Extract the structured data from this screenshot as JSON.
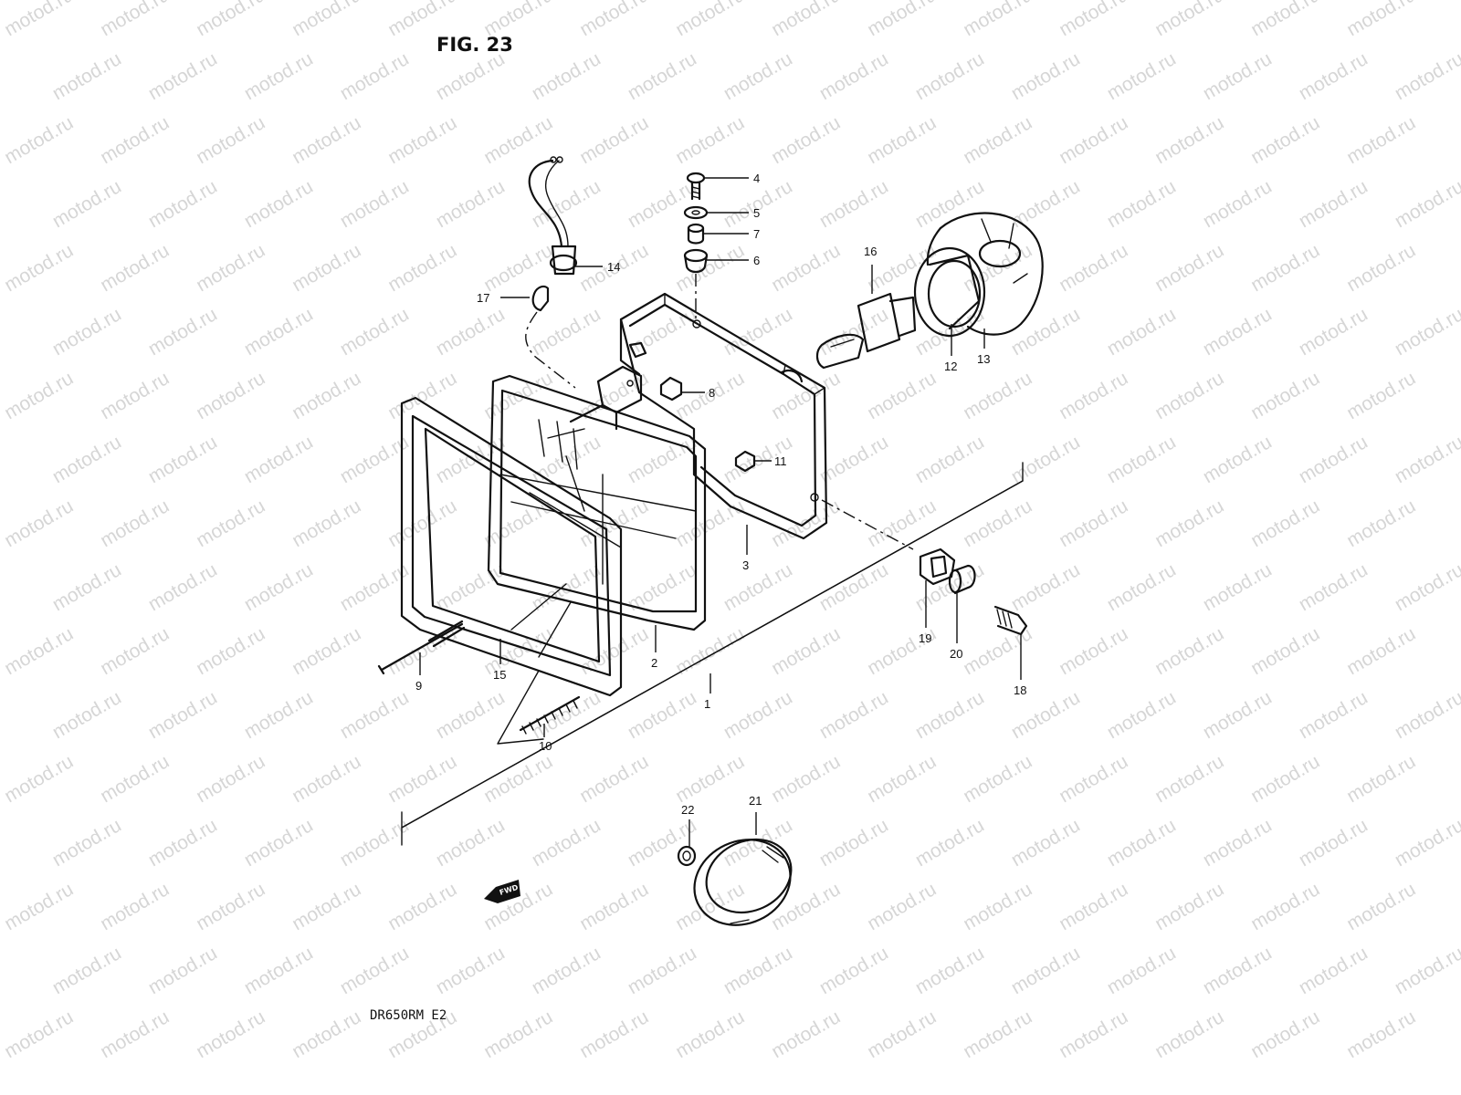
{
  "figure": {
    "title": "FIG. 23",
    "model_code": "DR650RM  E2"
  },
  "watermark": {
    "text": "motod.ru"
  },
  "fwd_badge": {
    "text": "FWD",
    "icon": "fwd-arrow-icon"
  },
  "callouts": [
    {
      "id": "1",
      "label": "1"
    },
    {
      "id": "2",
      "label": "2"
    },
    {
      "id": "3",
      "label": "3"
    },
    {
      "id": "4",
      "label": "4"
    },
    {
      "id": "5",
      "label": "5"
    },
    {
      "id": "6",
      "label": "6"
    },
    {
      "id": "7",
      "label": "7"
    },
    {
      "id": "8",
      "label": "8"
    },
    {
      "id": "9",
      "label": "9"
    },
    {
      "id": "10",
      "label": "10"
    },
    {
      "id": "11",
      "label": "11"
    },
    {
      "id": "12",
      "label": "12"
    },
    {
      "id": "13",
      "label": "13"
    },
    {
      "id": "14",
      "label": "14"
    },
    {
      "id": "15",
      "label": "15"
    },
    {
      "id": "16",
      "label": "16"
    },
    {
      "id": "17",
      "label": "17"
    },
    {
      "id": "18",
      "label": "18"
    },
    {
      "id": "19",
      "label": "19"
    },
    {
      "id": "20",
      "label": "20"
    },
    {
      "id": "21",
      "label": "21"
    },
    {
      "id": "22",
      "label": "22"
    }
  ]
}
